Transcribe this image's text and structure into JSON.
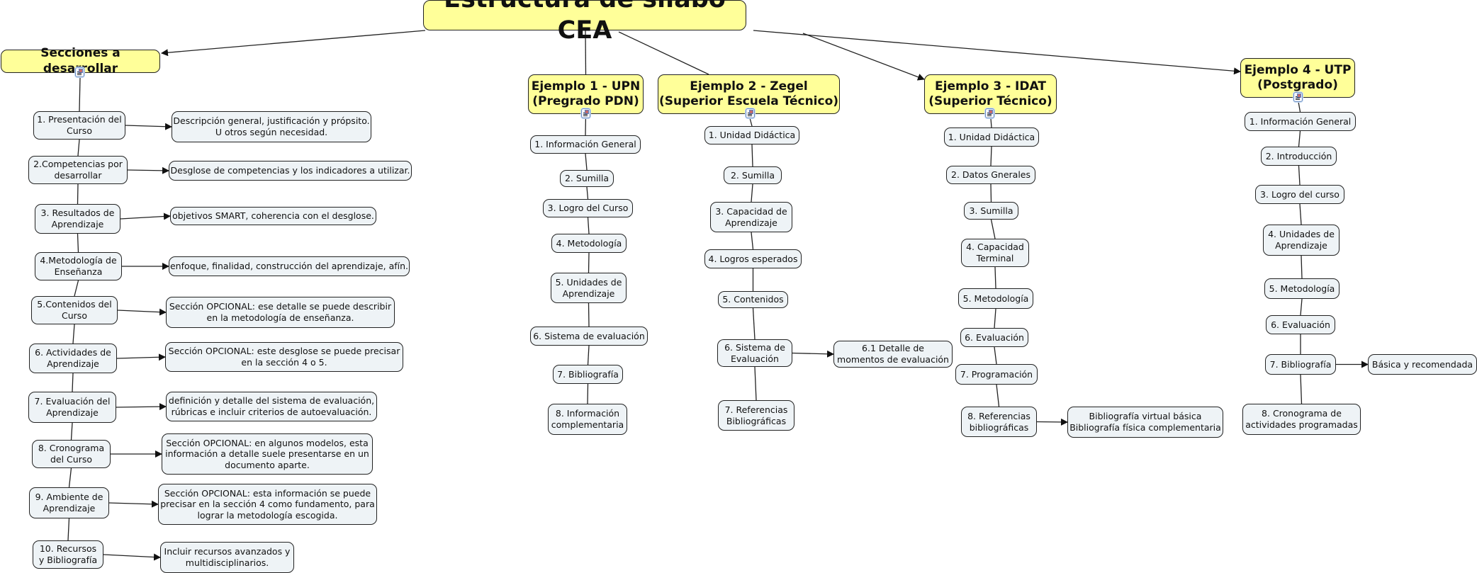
{
  "title": "Estructura de sílabo CEA",
  "sections": {
    "header": "Secciones a desarrollar",
    "items": [
      {
        "label": "1. Presentación del\nCurso",
        "detail": "Descripción general, justificación y própsito.\nU otros según necesidad."
      },
      {
        "label": "2.Competencias por\ndesarrollar",
        "detail": "Desglose de competencias y los indicadores a utilizar."
      },
      {
        "label": "3. Resultados de\nAprendizaje",
        "detail": "objetivos SMART, coherencia con el desglose."
      },
      {
        "label": "4.Metodología de\nEnseñanza",
        "detail": "enfoque, finalidad, construcción del aprendizaje, afín."
      },
      {
        "label": "5.Contenidos del\nCurso",
        "detail": "Sección OPCIONAL: ese detalle se puede describir\nen la metodología de enseñanza."
      },
      {
        "label": "6. Actividades de\nAprendizaje",
        "detail": "Sección OPCIONAL: este desglose se puede precisar\nen la sección 4 o 5."
      },
      {
        "label": "7. Evaluación del\nAprendizaje",
        "detail": "definición y detalle del sistema de evaluación,\nrúbricas e incluir criterios de autoevaluación."
      },
      {
        "label": "8. Cronograma\ndel Curso",
        "detail": "Sección OPCIONAL: en algunos modelos, esta\ninformación a detalle suele presentarse en un\ndocumento aparte."
      },
      {
        "label": "9. Ambiente de\nAprendizaje",
        "detail": "Sección OPCIONAL: esta información se puede\nprecisar en la sección 4 como fundamento, para\nlograr la metodología escogida."
      },
      {
        "label": "10. Recursos\ny Bibliografía",
        "detail": "Incluir recursos avanzados y\nmultidisciplinarios."
      }
    ]
  },
  "examples": [
    {
      "header": "Ejemplo 1 - UPN\n(Pregrado PDN)",
      "items": [
        "1. Información General",
        "2. Sumilla",
        "3. Logro del Curso",
        "4. Metodología",
        "5. Unidades de\nAprendizaje",
        "6. Sistema de evaluación",
        "7. Bibliografía",
        "8. Información\ncomplementaria"
      ],
      "details": {}
    },
    {
      "header": "Ejemplo 2 - Zegel\n(Superior Escuela Técnico)",
      "items": [
        "1. Unidad Didáctica",
        "2. Sumilla",
        "3. Capacidad de\nAprendizaje",
        "4. Logros esperados",
        "5. Contenidos",
        "6. Sistema de\nEvaluación",
        "7. Referencias\nBibliográficas"
      ],
      "details": {
        "5": "6.1 Detalle de\nmomentos de evaluación"
      }
    },
    {
      "header": "Ejemplo 3 - IDAT\n(Superior Técnico)",
      "items": [
        "1. Unidad Didáctica",
        "2. Datos Gnerales",
        "3. Sumilla",
        "4. Capacidad\nTerminal",
        "5. Metodología",
        "6. Evaluación",
        "7. Programación",
        "8. Referencias\nbibliográficas"
      ],
      "details": {
        "7": "Bibliografía virtual básica\nBibliografía física complementaria"
      }
    },
    {
      "header": "Ejemplo 4 - UTP\n(Postgrado)",
      "items": [
        "1. Información General",
        "2. Introducción",
        "3. Logro del curso",
        "4. Unidades de\nAprendizaje",
        "5. Metodología",
        "6. Evaluación",
        "7. Bibliografía",
        "8. Cronograma de\nactividades programadas"
      ],
      "details": {
        "6": "Básica y recomendada"
      }
    }
  ],
  "icons": {
    "attachment": "document-icon"
  },
  "colors": {
    "main_fill": "#ffff99",
    "item_fill": "#eef3f6",
    "stroke": "#222222"
  }
}
